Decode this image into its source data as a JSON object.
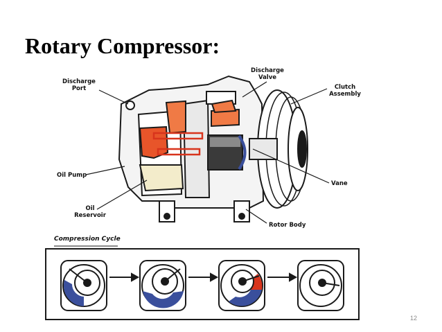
{
  "slide": {
    "title": "Rotary Compressor:",
    "page_number": "12"
  },
  "labels": {
    "discharge_port": [
      "Discharge",
      "Port"
    ],
    "discharge_valve": [
      "Discharge",
      "Valve"
    ],
    "clutch_assembly": [
      "Clutch",
      "Assembly"
    ],
    "oil_pump": "Oil Pump",
    "vane": "Vane",
    "oil_reservoir": [
      "Oil",
      "Reservoir"
    ],
    "rotor_body": "Rotor Body"
  },
  "compression_cycle": {
    "title": "Compression Cycle",
    "stages": 4
  },
  "colors": {
    "hot_gas": "#e8552a",
    "cool_gas": "#3a4f9c",
    "oil": "#f3eccb",
    "outline": "#1a1a1a"
  }
}
